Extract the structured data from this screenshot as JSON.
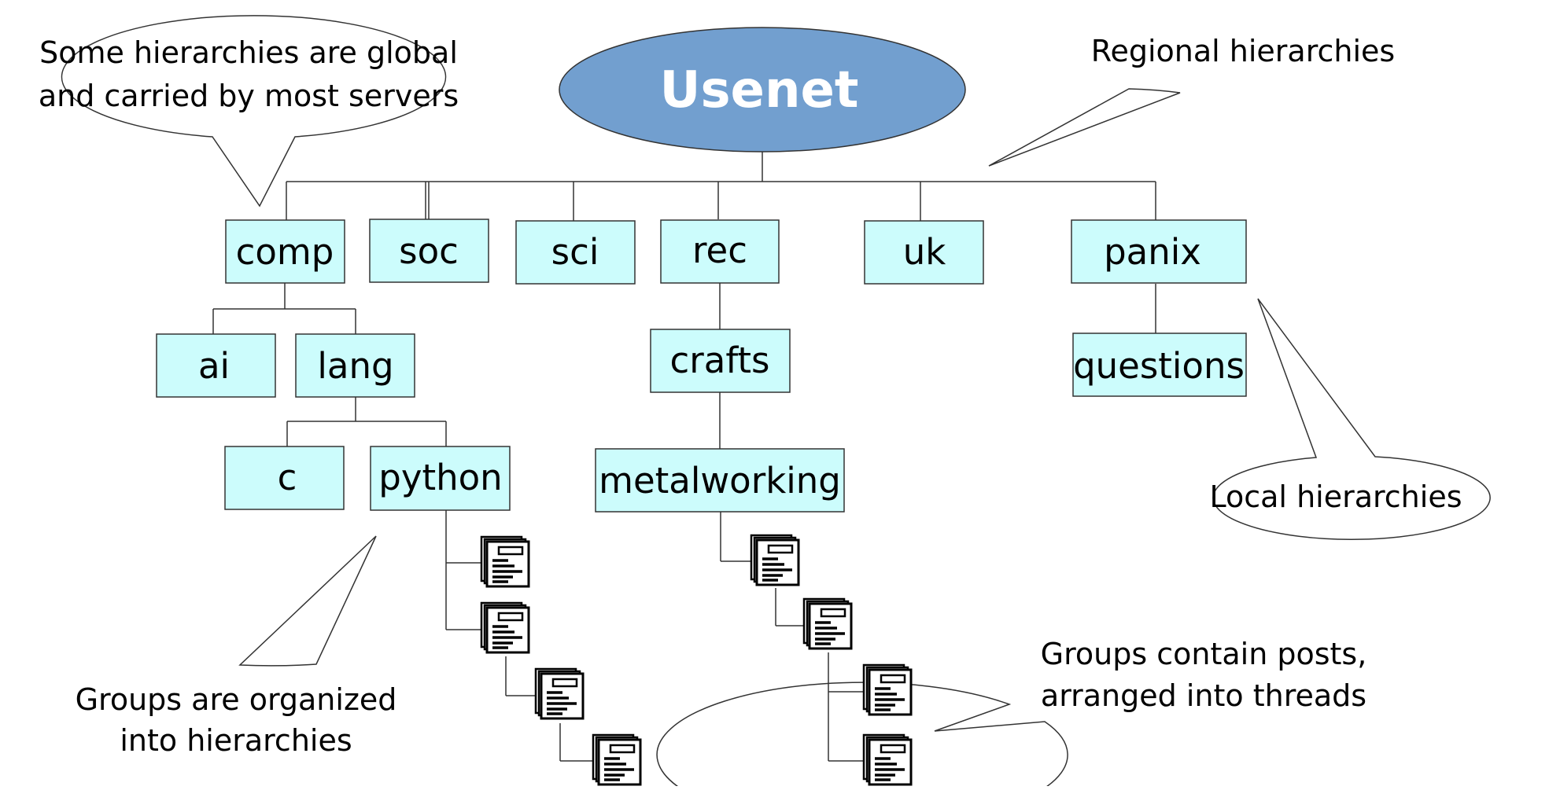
{
  "root": {
    "label": "Usenet",
    "fill_color": "#729fcf",
    "text_color": "#ffffff"
  },
  "node_fill_color": "#ccfcfc",
  "nodes": {
    "comp": "comp",
    "soc": "soc",
    "sci": "sci",
    "rec": "rec",
    "uk": "uk",
    "panix": "panix",
    "ai": "ai",
    "lang": "lang",
    "c": "c",
    "python": "python",
    "crafts": "crafts",
    "metalworking": "metalworking",
    "questions": "questions"
  },
  "callouts": {
    "global": [
      "Some hierarchies are global",
      "and carried by most servers"
    ],
    "regional": [
      "Regional hierarchies"
    ],
    "local": [
      "Local hierarchies"
    ],
    "organized": [
      "Groups are organized",
      "into hierarchies"
    ],
    "posts": [
      "Groups contain posts,",
      "arranged into threads"
    ]
  },
  "post_icon": "document-icon"
}
